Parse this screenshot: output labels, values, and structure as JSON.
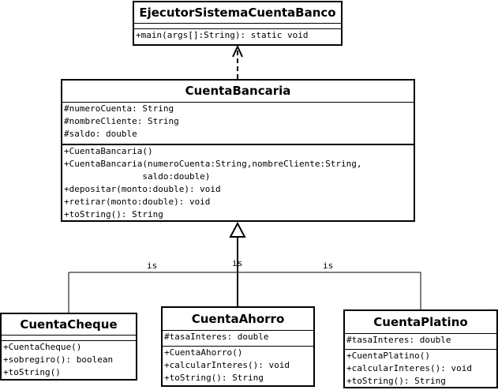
{
  "classes": {
    "ejecutor": {
      "name": "EjecutorSistemaCuentaBanco",
      "methods": [
        "+main(args[]:String): static void"
      ]
    },
    "cuenta_bancaria": {
      "name": "CuentaBancaria",
      "attributes": [
        "#numeroCuenta: String",
        "#nombreCliente: String",
        "#saldo: double"
      ],
      "methods": [
        "+CuentaBancaria()",
        "+CuentaBancaria(numeroCuenta:String,nombreCliente:String,",
        "               saldo:double)",
        "+depositar(monto:double): void",
        "+retirar(monto:double): void",
        "+toString(): String"
      ]
    },
    "cuenta_cheque": {
      "name": "CuentaCheque",
      "methods": [
        "+CuentaCheque()",
        "+sobregiro(): boolean",
        "+toString()"
      ]
    },
    "cuenta_ahorro": {
      "name": "CuentaAhorro",
      "attributes": [
        "#tasaInteres: double"
      ],
      "methods": [
        "+CuentaAhorro()",
        "+calcularInteres(): void",
        "+toString(): String"
      ]
    },
    "cuenta_platino": {
      "name": "CuentaPlatino",
      "attributes": [
        "#tasaInteres: double"
      ],
      "methods": [
        "+CuentaPlatino()",
        "+calcularInteres(): void",
        "+toString(): String"
      ]
    }
  },
  "relations": {
    "label_left": "is",
    "label_mid": "is",
    "label_right": "is"
  }
}
